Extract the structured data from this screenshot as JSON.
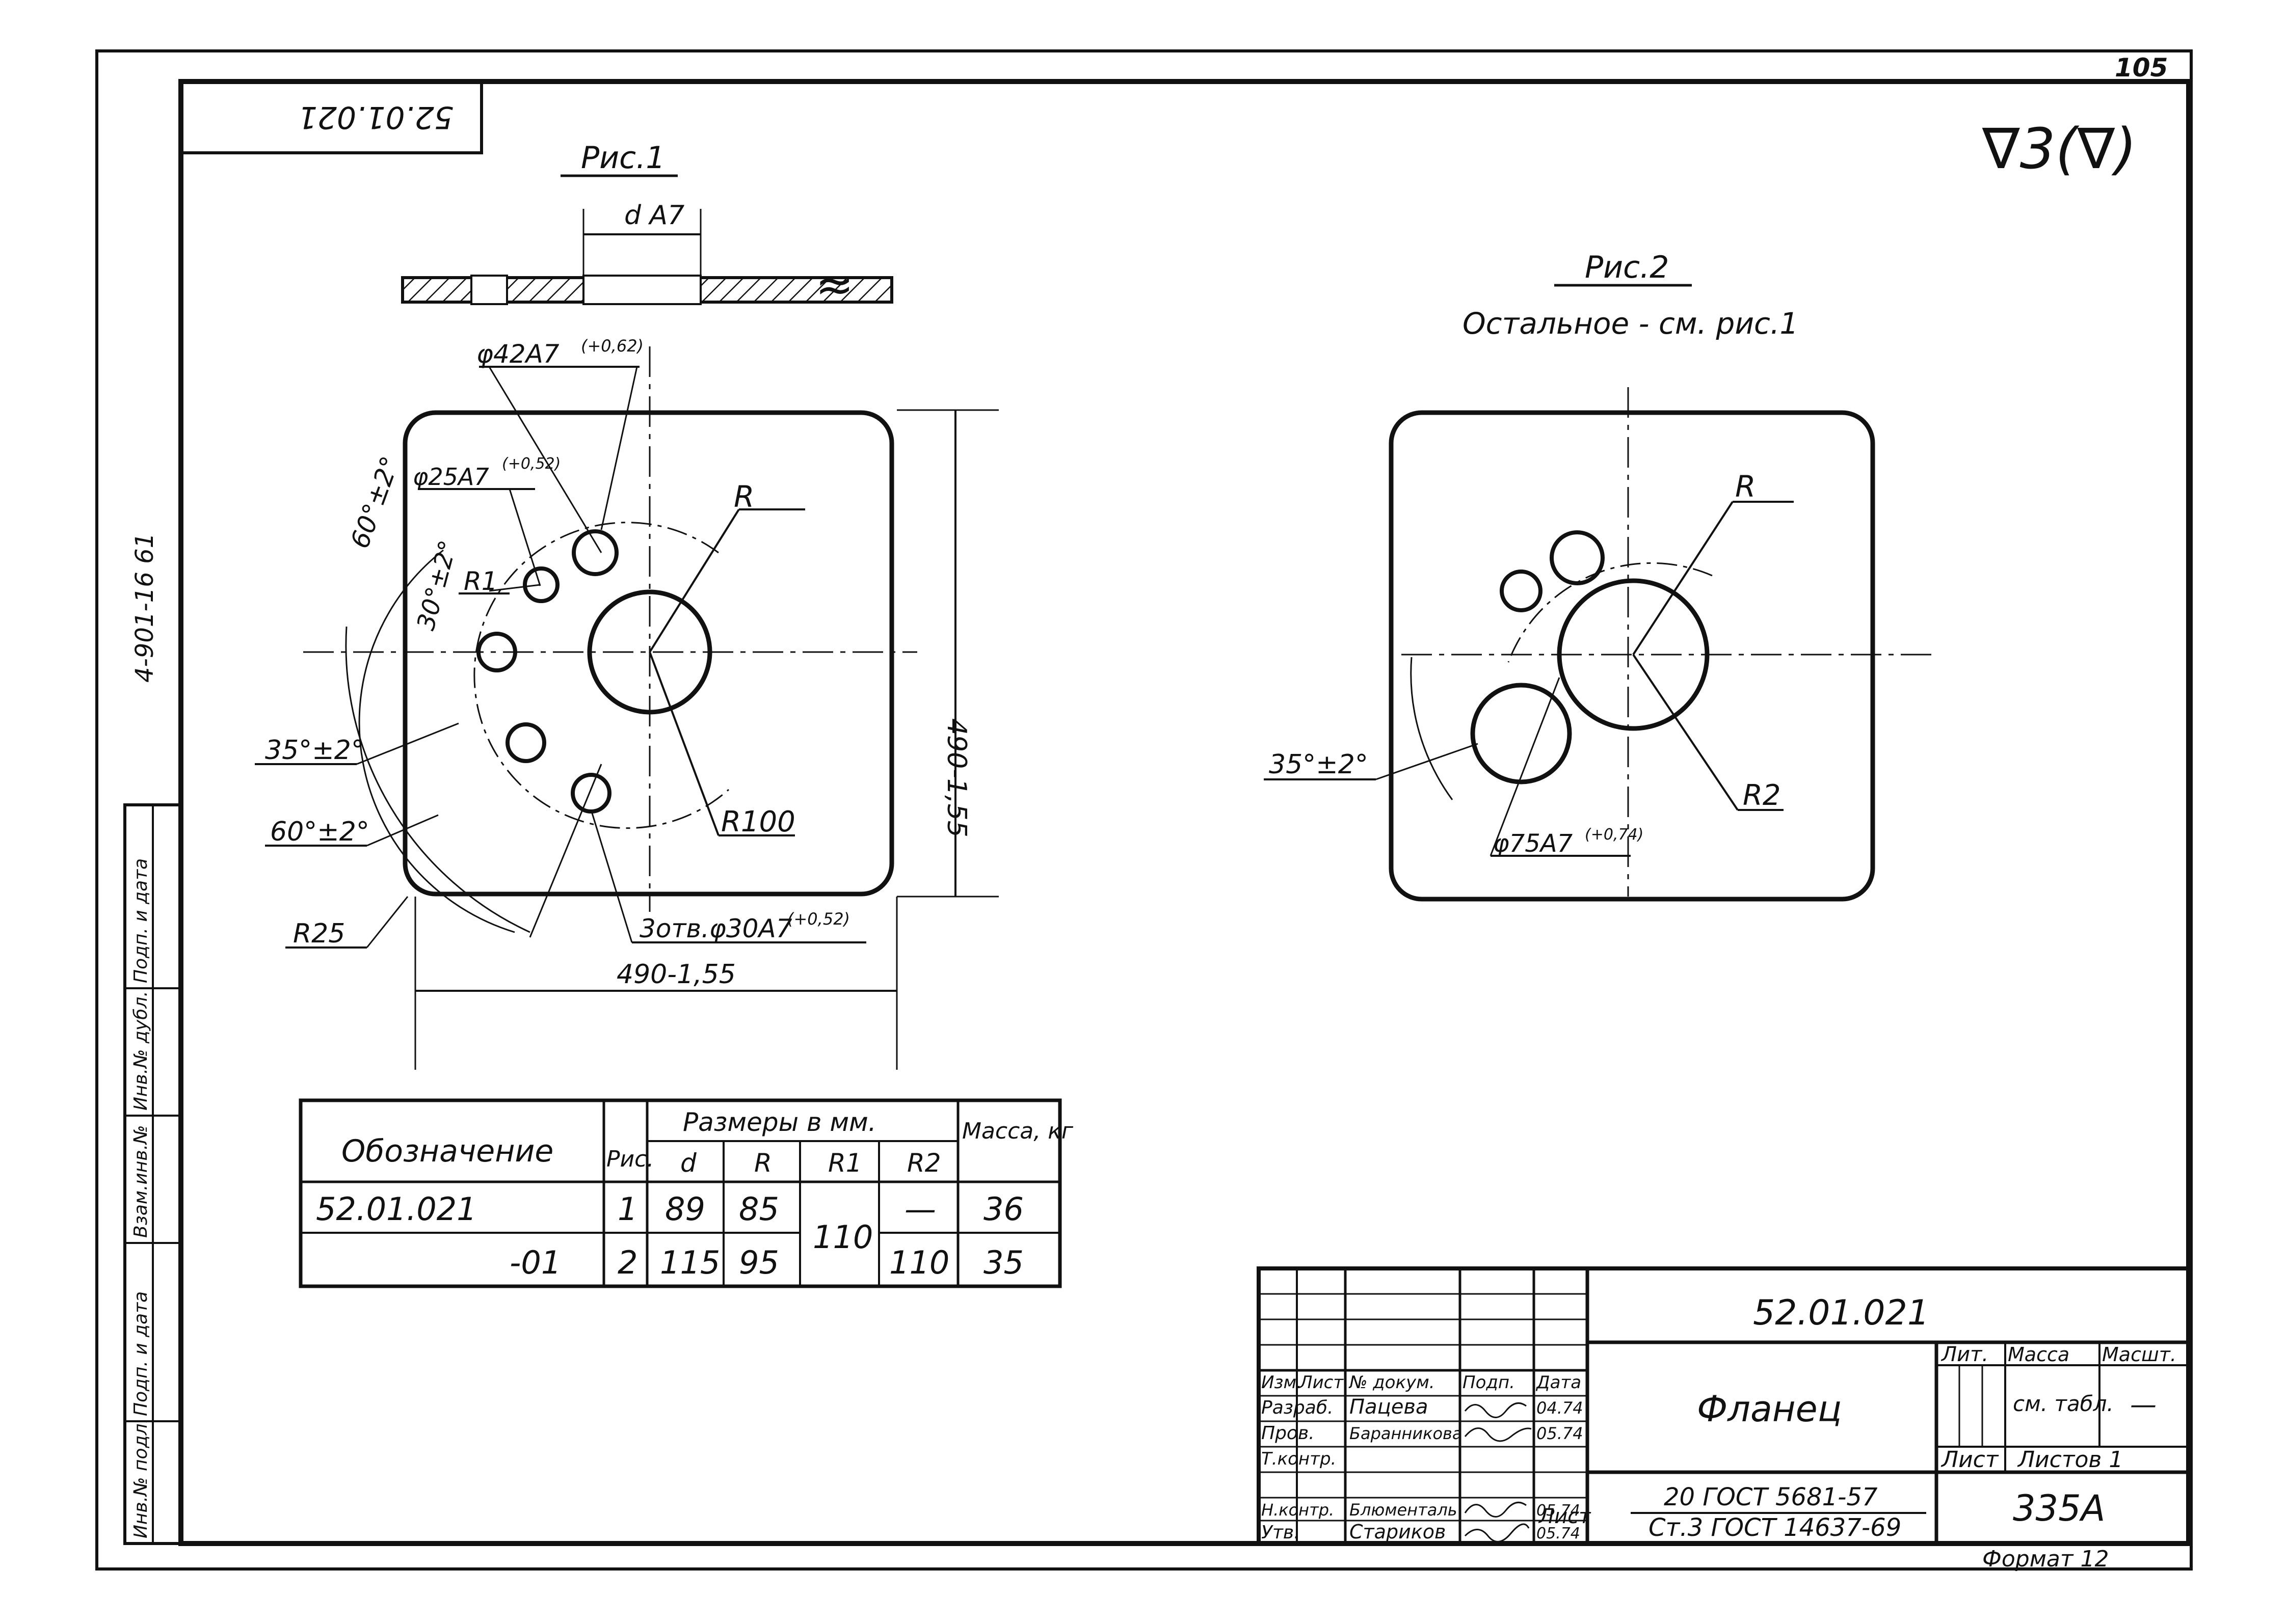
{
  "page_number": "105",
  "archive_code": "4-901-16 61",
  "mirrored_code": "52.01.021",
  "roughness_mark": "∇3(∇)",
  "fig1": {
    "title": "Рис.1",
    "bore_label": "d A7",
    "dim_d42": "φ42A7",
    "tol_d42": "(+0,62)",
    "dim_d25": "φ25A7",
    "tol_d25": "(+0,52)",
    "angle_60_top": "60°±2°",
    "angle_30": "30°±2°",
    "label_R": "R",
    "label_R1": "R1",
    "angle_35": "35°±2°",
    "angle_60_bottom": "60°±2°",
    "label_R25": "R25",
    "label_R100": "R100",
    "holes_note": "3отв.φ30A7",
    "tol_holes": "(+0,52)",
    "width_dim": "490-1,55",
    "height_dim": "490-1,55"
  },
  "fig2": {
    "title": "Рис.2",
    "note": "Остальное - см. рис.1",
    "label_R": "R",
    "label_R2": "R2",
    "angle_35": "35°±2°",
    "dim_d75": "φ75A7",
    "tol_d75": "(+0,74)"
  },
  "table": {
    "col_designation": "Обозначение",
    "col_fig": "Рис.",
    "col_sizes": "Размеры в мм.",
    "col_mass": "Масса, кг",
    "sub_d": "d",
    "sub_R": "R",
    "sub_R1": "R1",
    "sub_R2": "R2",
    "rows": [
      {
        "designation": "52.01.021",
        "fig": "1",
        "d": "89",
        "R": "85",
        "R2": "—",
        "mass": "36"
      },
      {
        "designation": "-01",
        "fig": "2",
        "d": "115",
        "R": "95",
        "R2": "110",
        "mass": "35"
      }
    ],
    "shared_R1": "110"
  },
  "left_strip": [
    "Инв.№ подл.",
    "Подп. и дата",
    "Взам.инв.№",
    "Инв.№ дубл.",
    "Подп. и дата"
  ],
  "title_block": {
    "code": "52.01.021",
    "name": "Фланец",
    "hdr_izm": "Изм.",
    "hdr_list": "Лист",
    "hdr_doc": "№ докум.",
    "hdr_sign": "Подп.",
    "hdr_date": "Дата",
    "role_dev": "Разраб.",
    "name_dev": "Пацева",
    "date_dev": "04.74",
    "role_check": "Пров.",
    "name_check": "Баранникова",
    "date_check": "05.74",
    "role_tcontrol": "Т.контр.",
    "role_ncontrol": "Н.контр.",
    "name_ncontrol": "Блюменталь",
    "date_ncontrol": "05.74",
    "role_approve": "Утв.",
    "name_approve": "Стариков",
    "date_approve": "05.74",
    "lit": "Лит.",
    "mass_hdr": "Масса",
    "scale_hdr": "Масшт.",
    "mass_val": "см. табл.",
    "scale_val": "—",
    "sheet": "Лист",
    "sheets": "Листов 1",
    "material_prefix": "Лист",
    "material_1": "20 ГОСТ 5681-57",
    "material_2": "Ст.3 ГОСТ 14637-69",
    "org": "335А",
    "format": "Формат 12"
  }
}
